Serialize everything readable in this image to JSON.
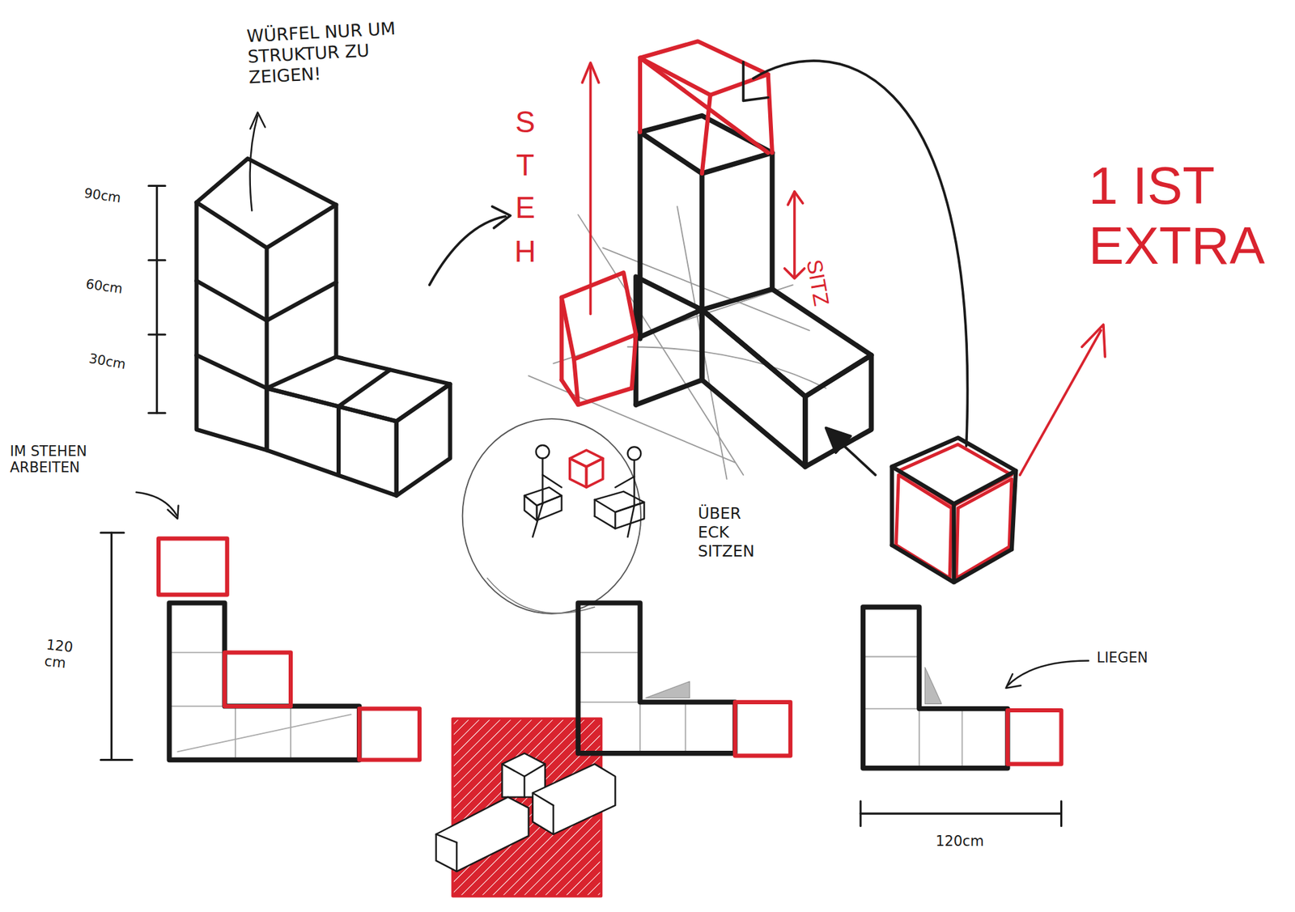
{
  "diagram": {
    "labels": [
      "WÜRFEL NUR UM STRUKTUR ZU ZEIGEN!",
      "90cm",
      "60cm",
      "30cm",
      "STEH",
      "SITZ",
      "1 IST EXTRA",
      "IM STEHEN ARBEITEN",
      "ÜBER ECK SITZEN",
      "120 cm",
      "LIEGEN",
      "120cm"
    ]
  }
}
